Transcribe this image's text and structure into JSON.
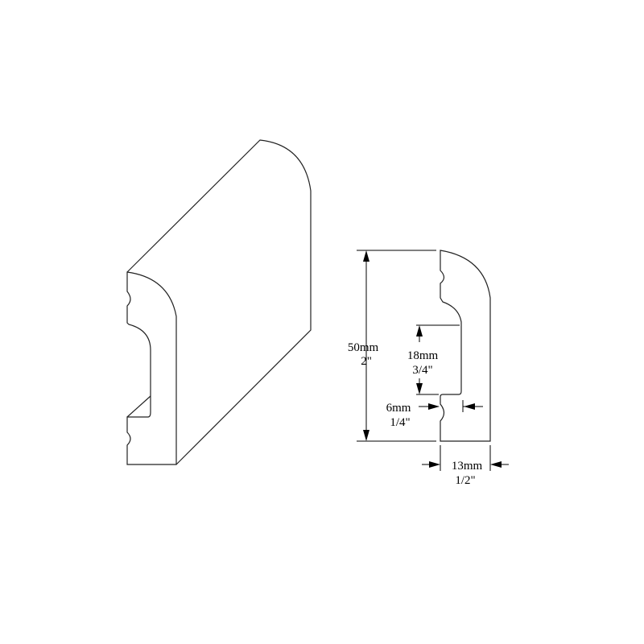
{
  "dimensions": {
    "height": {
      "metric": "50mm",
      "imperial": "2\""
    },
    "recess": {
      "metric": "18mm",
      "imperial": "3/4\""
    },
    "offset": {
      "metric": "6mm",
      "imperial": "1/4\""
    },
    "thickness": {
      "metric": "13mm",
      "imperial": "1/2\""
    }
  }
}
